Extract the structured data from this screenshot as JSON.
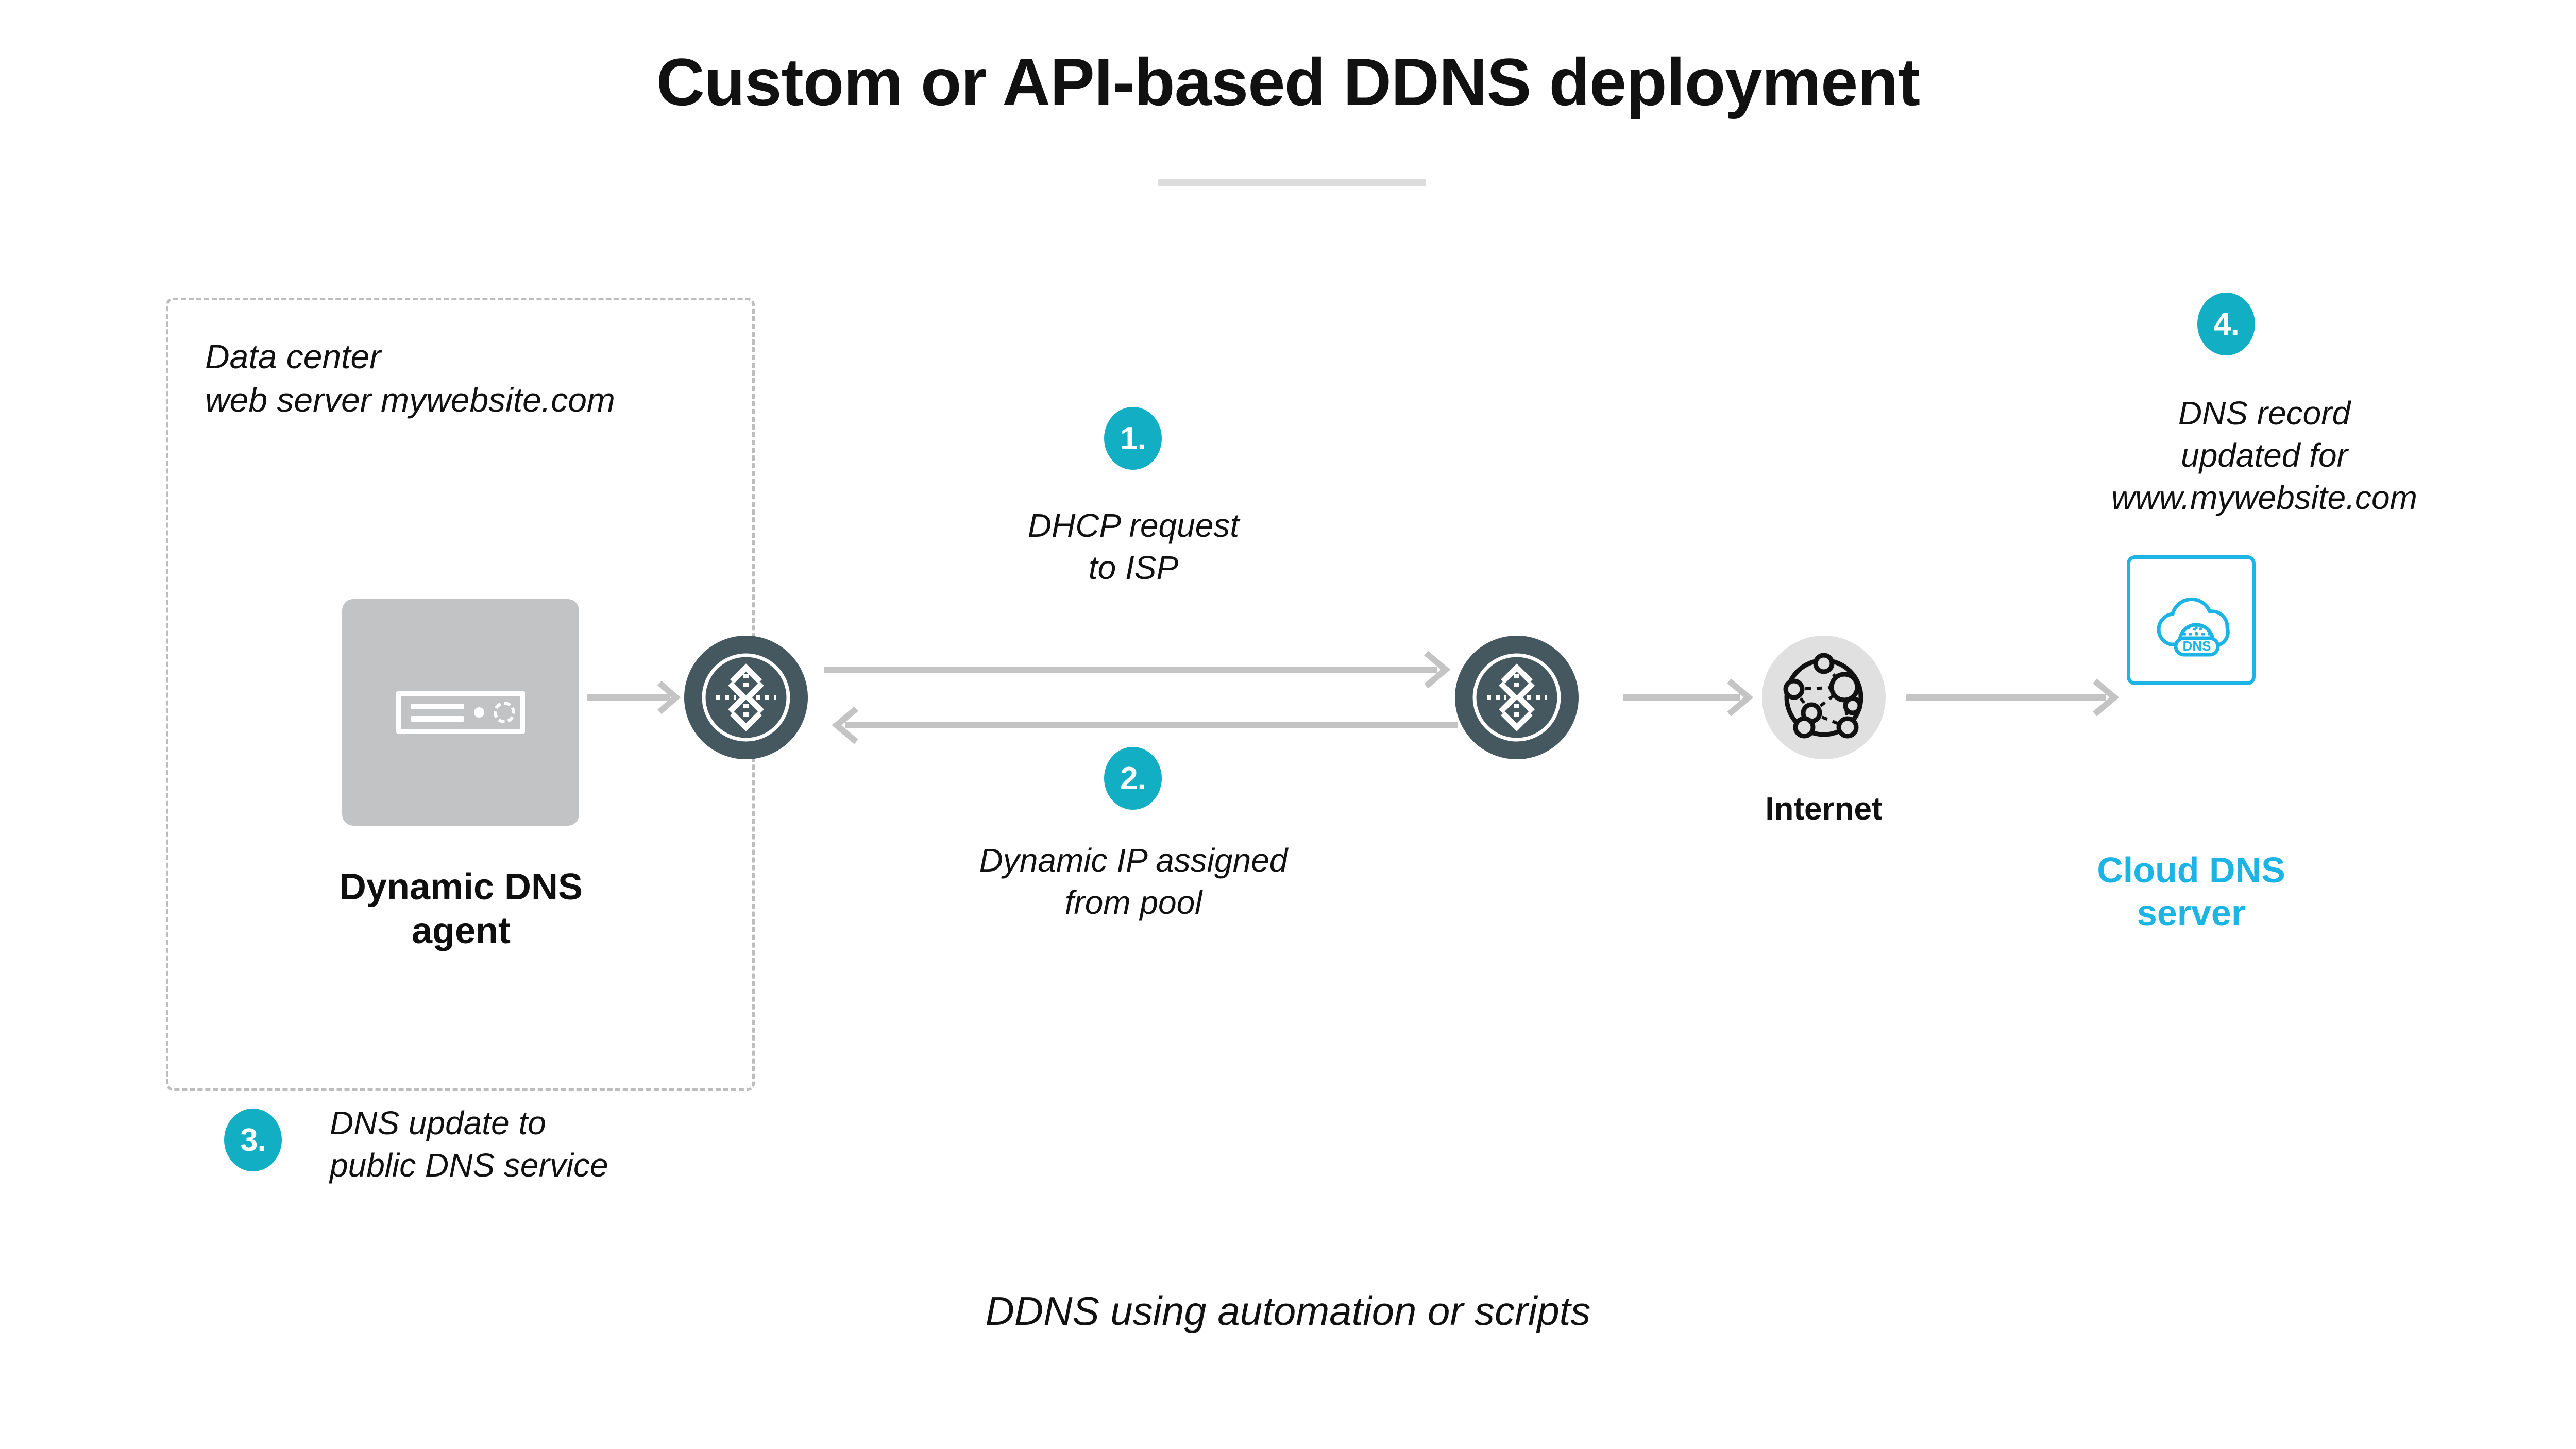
{
  "page": {
    "title": "Custom or API-based DDNS deployment",
    "bottom_caption": "DDNS using automation or scripts"
  },
  "colors": {
    "accent_cyan": "#1cb4e5",
    "badge_teal": "#11aec4",
    "node_slate": "#45585f",
    "server_gray": "#c2c3c4",
    "internet_gray": "#e0e0e0",
    "arrow_gray": "#c4c4c4",
    "dashed_border": "#bdbdbd",
    "rule_gray": "#dcdcdc"
  },
  "data_center": {
    "label_line1": "Data center",
    "label_line2": "web server mywebsite.com",
    "server_caption_line1": "Dynamic DNS",
    "server_caption_line2": "agent",
    "server_icon": "server-rack-icon"
  },
  "nodes": {
    "router_left_icon": "router-icon",
    "router_right_icon": "router-icon",
    "internet_icon": "network-globe-icon",
    "internet_label": "Internet",
    "cloud_icon": "cloud-dns-icon",
    "cloud_icon_text": "DNS",
    "cloud_caption_line1": "Cloud DNS",
    "cloud_caption_line2": "server"
  },
  "steps": [
    {
      "number": "1.",
      "text_line1": "DHCP request",
      "text_line2": "to ISP"
    },
    {
      "number": "2.",
      "text_line1": "Dynamic IP assigned",
      "text_line2": "from pool"
    },
    {
      "number": "3.",
      "text_line1": "DNS update to",
      "text_line2": "public DNS service"
    },
    {
      "number": "4.",
      "text_line1": "DNS record",
      "text_line2": "updated for",
      "text_line3": "www.mywebsite.com"
    }
  ],
  "arrows": {
    "server_to_router": "arrow-right-icon",
    "router_to_router_top": "arrow-right-icon",
    "router_to_router_bottom": "arrow-left-icon",
    "router_to_internet": "arrow-right-icon",
    "internet_to_cloud": "arrow-right-icon"
  }
}
